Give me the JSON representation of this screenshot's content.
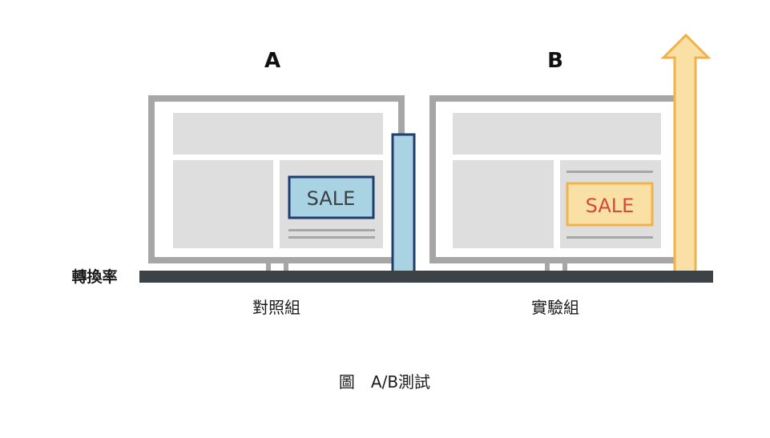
{
  "variant_a": {
    "heading": "A",
    "group_label": "對照組",
    "badge": "SALE"
  },
  "variant_b": {
    "heading": "B",
    "group_label": "實驗組",
    "badge": "SALE"
  },
  "axis_label": "轉換率",
  "caption": "圖　A/B測試",
  "colors": {
    "frame": "#a6a6a6",
    "panel": "#dedede",
    "baseline": "#3d4247",
    "bar_fill": "#a9d3e2",
    "bar_stroke": "#1f3d6e",
    "arrow_fill": "#fbe0a6",
    "arrow_stroke": "#f0b24a",
    "badge_b_fill": "#fbe0a6",
    "badge_b_text": "#d6483a"
  }
}
